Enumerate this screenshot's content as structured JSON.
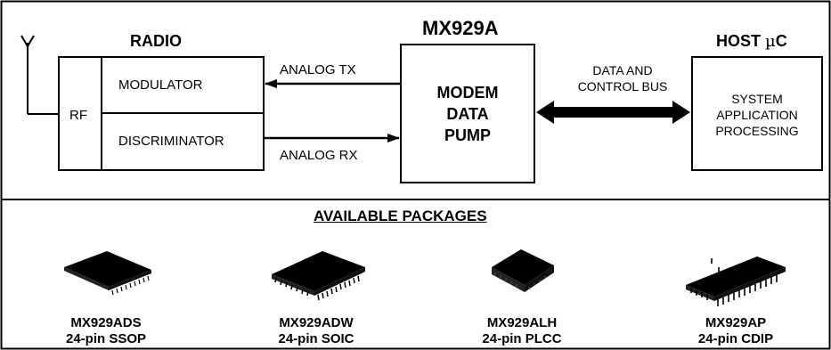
{
  "system_diagram": {
    "radio_title": "RADIO",
    "chip_title": "MX929A",
    "host_title_prefix": "HOST ",
    "host_title_mu": "µ",
    "host_title_suffix": "C",
    "rf_label": "RF",
    "modulator_label": "MODULATOR",
    "discriminator_label": "DISCRIMINATOR",
    "analog_tx": "ANALOG TX",
    "analog_rx": "ANALOG RX",
    "modem_lines": [
      "MODEM",
      "DATA",
      "PUMP"
    ],
    "bus_lines": [
      "DATA AND",
      "CONTROL BUS"
    ],
    "host_block_lines": [
      "SYSTEM",
      "APPLICATION",
      "PROCESSING"
    ]
  },
  "packages": {
    "title": "AVAILABLE PACKAGES",
    "items": [
      {
        "part": "MX929ADS",
        "package": "24-pin SSOP",
        "icon": "ssop-chip-icon"
      },
      {
        "part": "MX929ADW",
        "package": "24-pin SOIC",
        "icon": "soic-chip-icon"
      },
      {
        "part": "MX929ALH",
        "package": "24-pin PLCC",
        "icon": "plcc-chip-icon"
      },
      {
        "part": "MX929AP",
        "package": "24-pin CDIP",
        "icon": "cdip-chip-icon"
      }
    ]
  }
}
